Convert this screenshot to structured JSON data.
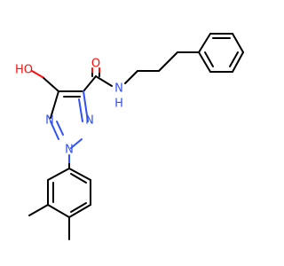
{
  "molecule": {
    "atom_labels": {
      "hydroxyl": "HO",
      "carbonyl_oxygen": "O",
      "amide_nitrogen": "N",
      "amide_hydrogen": "H",
      "triazole_n1": "N",
      "triazole_n2": "N",
      "triazole_n3": "N"
    },
    "colors": {
      "carbon_bond": "#000000",
      "oxygen": "#ff0d0d",
      "nitrogen": "#3050f8",
      "background": "#ffffff"
    }
  }
}
